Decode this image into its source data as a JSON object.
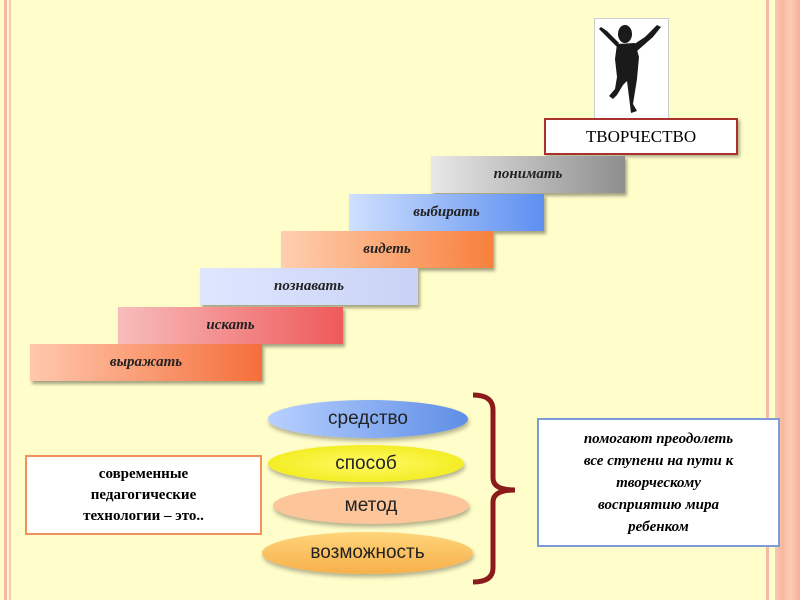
{
  "steps": [
    "выражать",
    "искать",
    "познавать",
    "видеть",
    "выбирать",
    "понимать"
  ],
  "top_step": "ТВОРЧЕСТВО",
  "ovals": [
    "средство",
    "способ",
    "метод",
    "возможность"
  ],
  "left_box": [
    "современные",
    "педагогические",
    "технологии – это.."
  ],
  "right_box": [
    "помогают преодолеть",
    "все ступени на пути к",
    "творческому",
    "восприятию мира",
    "ребенком"
  ],
  "figure_icon": "child-silhouette-icon"
}
